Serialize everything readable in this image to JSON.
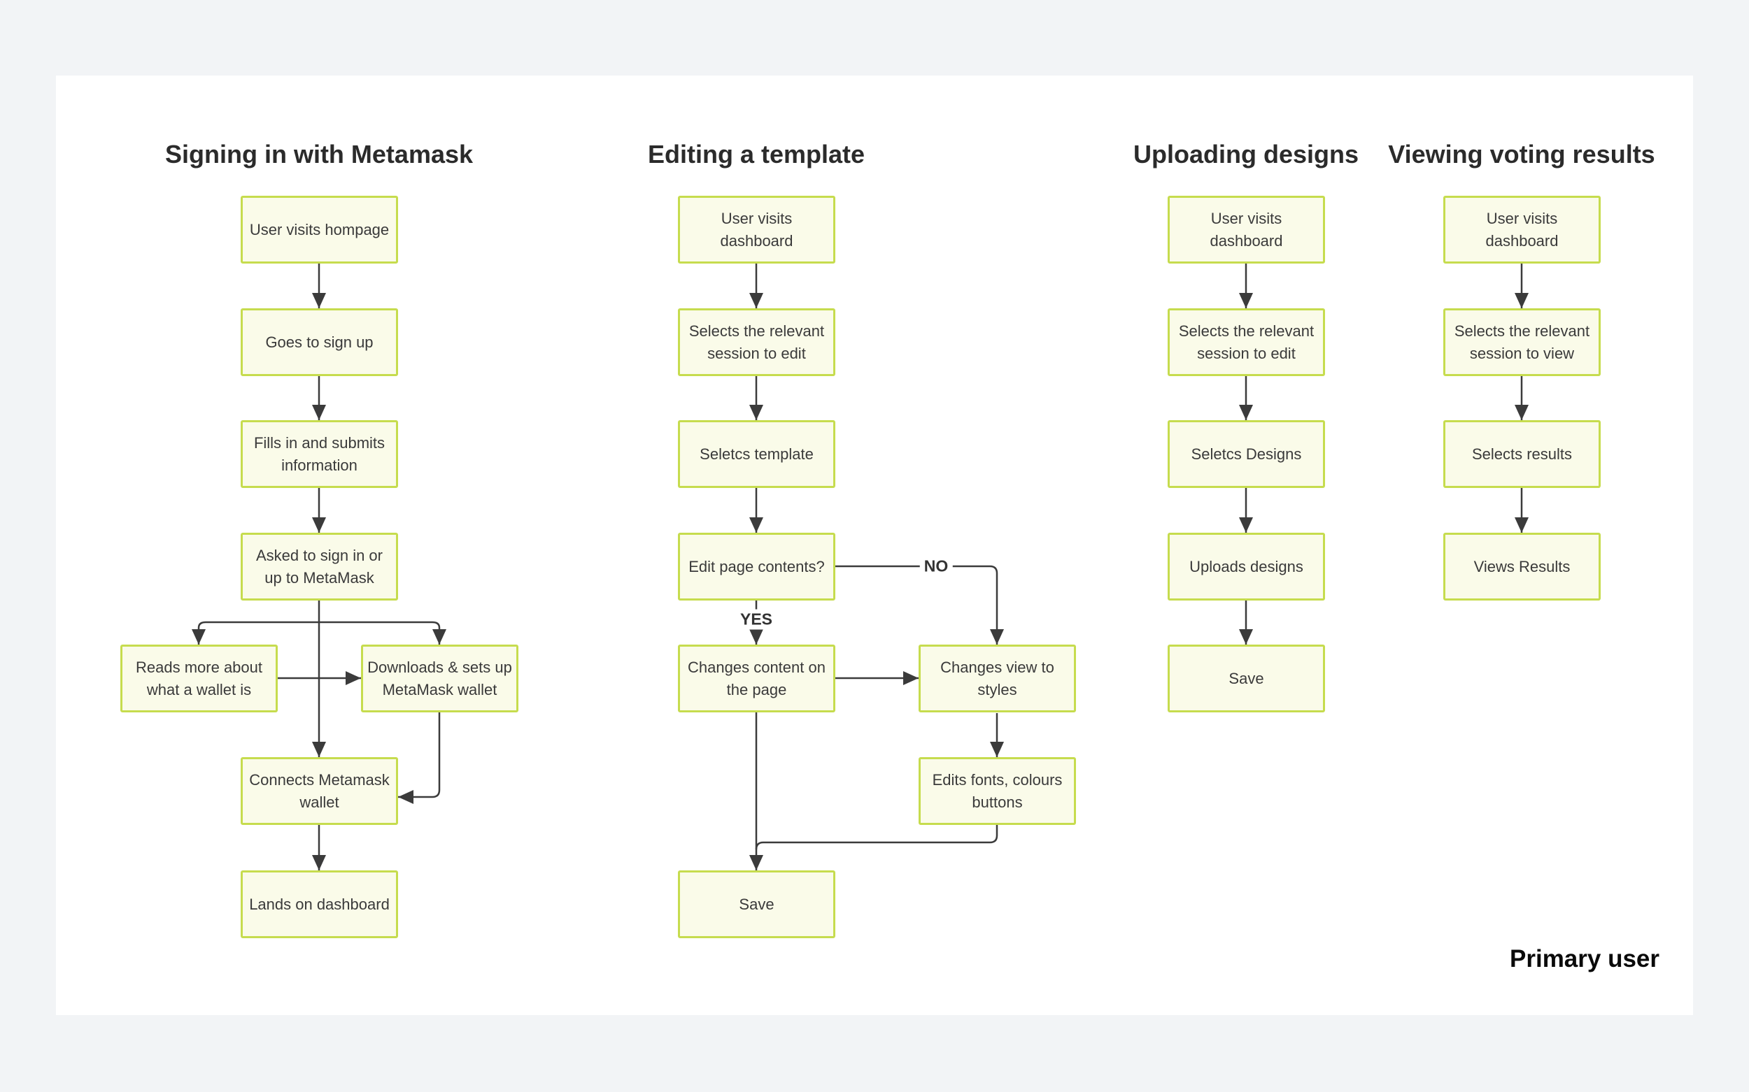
{
  "colors": {
    "page_background": "#f2f4f6",
    "canvas_background": "#ffffff",
    "node_fill": "#fafbe9",
    "node_border": "#c6dc4e",
    "connector": "#3b3b3b",
    "text": "#3a3a3a"
  },
  "labels": {
    "yes": "YES",
    "no": "NO",
    "primary_user": "Primary user"
  },
  "flows": [
    {
      "title": "Signing in with Metamask",
      "steps": [
        "User visits hompage",
        "Goes to sign up",
        "Fills in and submits\ninformation",
        "Asked to sign in or\nup to MetaMask",
        "Reads more about\nwhat a wallet is",
        "Downloads & sets up\nMetaMask wallet",
        "Connects Metamask\nwallet",
        "Lands on dashboard"
      ]
    },
    {
      "title": "Editing a template",
      "steps": [
        "User visits dashboard",
        "Selects the relevant\nsession to edit",
        "Seletcs template",
        "Edit page contents?",
        "Changes content on\nthe page",
        "Changes view to styles",
        "Edits fonts, colours\nbuttons",
        "Save"
      ]
    },
    {
      "title": "Uploading designs",
      "steps": [
        "User visits dashboard",
        "Selects the relevant\nsession to edit",
        "Seletcs Designs",
        "Uploads designs",
        "Save"
      ]
    },
    {
      "title": "Viewing voting results",
      "steps": [
        "User visits dashboard",
        "Selects the relevant\nsession to view",
        "Selects results",
        "Views Results"
      ]
    }
  ]
}
